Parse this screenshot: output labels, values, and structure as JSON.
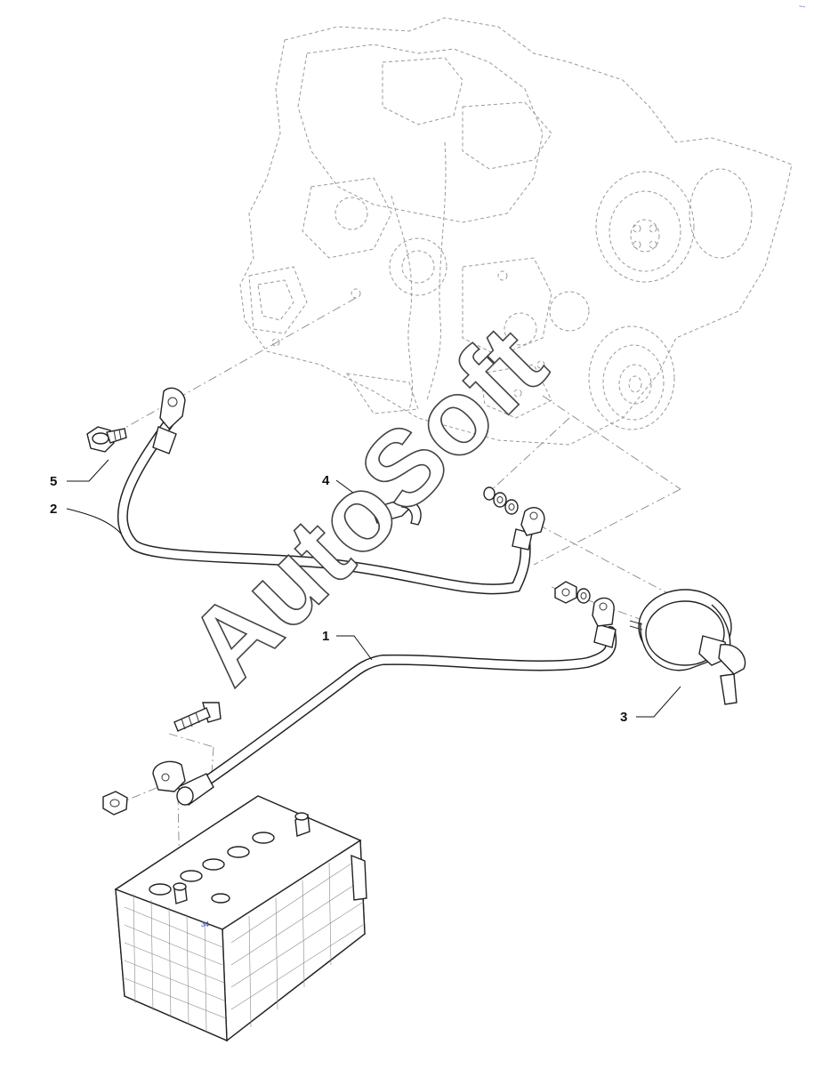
{
  "callouts": [
    {
      "id": "1",
      "label": "1"
    },
    {
      "id": "2",
      "label": "2"
    },
    {
      "id": "3",
      "label": "3"
    },
    {
      "id": "4",
      "label": "4"
    },
    {
      "id": "5",
      "label": "5"
    }
  ],
  "watermark": "AutoSoft",
  "corner_mark": "~-",
  "battery_mark": "34"
}
